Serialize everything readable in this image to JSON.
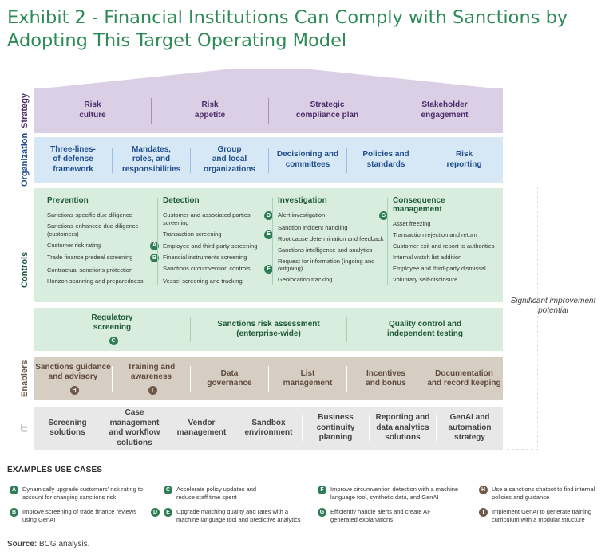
{
  "title": "Exhibit 2 - Financial Institutions Can Comply with Sanctions by Adopting This Target Operating Model",
  "layers": {
    "strategy": "Strategy",
    "organization": "Organization",
    "controls": "Controls",
    "enablers": "Enablers",
    "it": "IT"
  },
  "strategy": [
    [
      "Risk",
      "culture"
    ],
    [
      "Risk",
      "appetite"
    ],
    [
      "Strategic",
      "compliance plan"
    ],
    [
      "Stakeholder",
      "engagement"
    ]
  ],
  "organization": [
    [
      "Three-lines-",
      "of-defense",
      "framework"
    ],
    [
      "Mandates,",
      "roles, and",
      "responsibilities"
    ],
    [
      "Group",
      "and local",
      "organizations"
    ],
    [
      "Decisioning and",
      "committees"
    ],
    [
      "Policies and",
      "standards"
    ],
    [
      "Risk",
      "reporting"
    ]
  ],
  "controls": {
    "columns": [
      {
        "heading": "Prevention",
        "items": [
          {
            "text": "Sanctions-specific due diligence",
            "badge": ""
          },
          {
            "text": "Sanctions-enhanced due diligence (customers)",
            "badge": ""
          },
          {
            "text": "Customer risk rating",
            "badge": "A"
          },
          {
            "text": "Trade finance predeal screening",
            "badge": "B"
          },
          {
            "text": "Contractual sanctions protection",
            "badge": ""
          },
          {
            "text": "Horizon scanning and preparedness",
            "badge": ""
          }
        ]
      },
      {
        "heading": "Detection",
        "items": [
          {
            "text": "Customer and associated parties screening",
            "badge": "D"
          },
          {
            "text": "Transaction screening",
            "badge": "E"
          },
          {
            "text": "Employee and third-party screening",
            "badge": ""
          },
          {
            "text": "Financial instruments screening",
            "badge": ""
          },
          {
            "text": "Sanctions circumvention controls",
            "badge": "F"
          },
          {
            "text": "Vessel screening and tracking",
            "badge": ""
          }
        ]
      },
      {
        "heading": "Investigation",
        "items": [
          {
            "text": "Alert investigation",
            "badge": "G"
          },
          {
            "text": "Sanction incident handling",
            "badge": ""
          },
          {
            "text": "Root cause determination and feedback",
            "badge": ""
          },
          {
            "text": "Sanctions intelligence and analytics",
            "badge": ""
          },
          {
            "text": "Request for information (ingoing and outgoing)",
            "badge": ""
          },
          {
            "text": "Geolocation tracking",
            "badge": ""
          }
        ]
      },
      {
        "heading": "Consequence management",
        "items": [
          {
            "text": "Asset freezing",
            "badge": ""
          },
          {
            "text": "Transaction rejection and return",
            "badge": ""
          },
          {
            "text": "Customer exit and report to authorities",
            "badge": ""
          },
          {
            "text": "Internal watch list addition",
            "badge": ""
          },
          {
            "text": "Employee and third-party dismissal",
            "badge": ""
          },
          {
            "text": "Voluntary self-disclosure",
            "badge": ""
          }
        ]
      }
    ],
    "row2": [
      {
        "lines": [
          "Regulatory",
          "screening"
        ],
        "badge": "C"
      },
      {
        "lines": [
          "Sanctions risk assessment",
          "(enterprise-wide)"
        ],
        "badge": ""
      },
      {
        "lines": [
          "Quality control and",
          "independent testing"
        ],
        "badge": ""
      }
    ]
  },
  "enablers": [
    {
      "lines": [
        "Sanctions guidance",
        "and advisory"
      ],
      "badge": "H"
    },
    {
      "lines": [
        "Training and",
        "awareness"
      ],
      "badge": "I"
    },
    {
      "lines": [
        "Data",
        "governance"
      ],
      "badge": ""
    },
    {
      "lines": [
        "List",
        "management"
      ],
      "badge": ""
    },
    {
      "lines": [
        "Incentives",
        "and bonus"
      ],
      "badge": ""
    },
    {
      "lines": [
        "Documentation",
        "and record keeping"
      ],
      "badge": ""
    }
  ],
  "it": [
    [
      "Screening",
      "solutions"
    ],
    [
      "Case management",
      "and workflow",
      "solutions"
    ],
    [
      "Vendor",
      "management"
    ],
    [
      "Sandbox",
      "environment"
    ],
    [
      "Business",
      "continuity",
      "planning"
    ],
    [
      "Reporting and",
      "data analytics",
      "solutions"
    ],
    [
      "GenAI and",
      "automation",
      "strategy"
    ]
  ],
  "significant_potential": "Significant improvement potential",
  "examples_title": "EXAMPLES USE CASES",
  "examples": [
    {
      "badges": [
        "A"
      ],
      "color": "green",
      "text": "Dynamically upgrade customers' risk rating to account for changing sanctions risk"
    },
    {
      "badges": [
        "B"
      ],
      "color": "green",
      "text": "Improve screening of trade finance reviews using GenAI"
    },
    {
      "badges": [
        "C"
      ],
      "color": "green",
      "text": "Accelerate policy updates and reduce staff time spent"
    },
    {
      "badges": [
        "D",
        "E"
      ],
      "color": "green",
      "text": "Upgrade matching quality and rates with a machine language tool and predictive analytics"
    },
    {
      "badges": [
        "F"
      ],
      "color": "green",
      "text": "Improve circumvention detection with a machine language tool, synthetic data, and GenAI"
    },
    {
      "badges": [
        "G"
      ],
      "color": "green",
      "text": "Efficiently handle alerts and create AI-generated explanations"
    },
    {
      "badges": [
        "H"
      ],
      "color": "brown",
      "text": "Use a sanctions chatbot to find internal policies and guidance"
    },
    {
      "badges": [
        "I"
      ],
      "color": "brown",
      "text": "Implement GenAI to generate training curriculum with a modular structure"
    }
  ],
  "source_label": "Source:",
  "source_text": "BCG analysis.",
  "colors": {
    "title": "#2e8b57",
    "strategy": "#dbcfe6",
    "organization": "#d6e8f6",
    "controls": "#d9eddf",
    "enablers": "#d6cdc3",
    "it": "#e8e8e8",
    "badge_green": "#2e7d55",
    "badge_brown": "#6e5a48"
  }
}
